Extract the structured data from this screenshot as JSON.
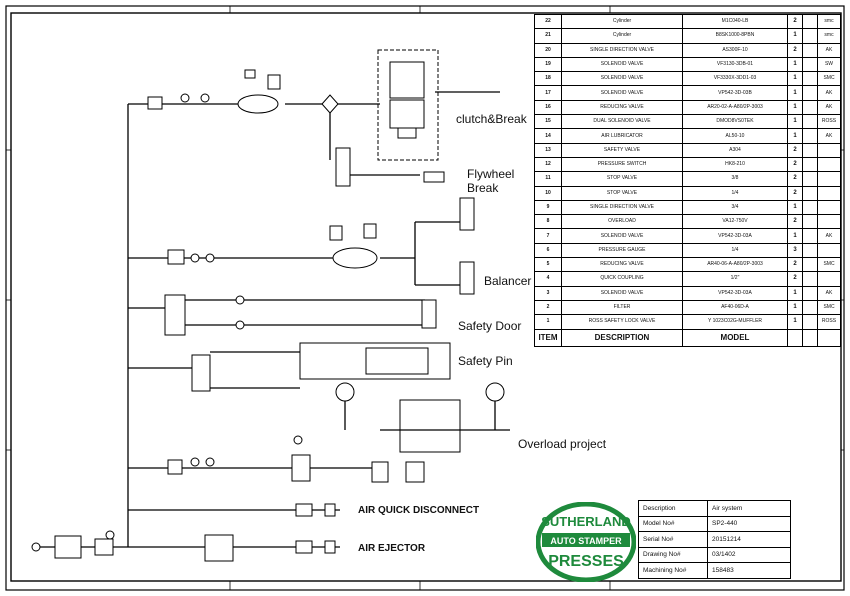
{
  "bom": {
    "rows": [
      {
        "item": "22",
        "description": "Cylinder",
        "model": "M1C040-LB",
        "qty": "2",
        "note": "smc"
      },
      {
        "item": "21",
        "description": "Cylinder",
        "model": "B8SK1000-8PBN",
        "qty": "1",
        "note": "smc"
      },
      {
        "item": "20",
        "description": "SINGLE DIRECTION VALVE",
        "model": "AS300F-10",
        "qty": "2",
        "note": "AK"
      },
      {
        "item": "19",
        "description": "SOLENOID VALVE",
        "model": "VF3130-3DB-01",
        "qty": "1",
        "note": "SW"
      },
      {
        "item": "18",
        "description": "SOLENOID VALVE",
        "model": "VF3330X-3DD1-03",
        "qty": "1",
        "note": "SMC"
      },
      {
        "item": "17",
        "description": "SOLENOID VALVE",
        "model": "VP542-3D-03B",
        "qty": "1",
        "note": "AK"
      },
      {
        "item": "16",
        "description": "REDUCING VALVE",
        "model": "AR20-02-A-A80/2P-3003",
        "qty": "1",
        "note": "AK"
      },
      {
        "item": "15",
        "description": "DUAL SOLENOID VALVE",
        "model": "DMOD8VS0TEK",
        "qty": "1",
        "note": "ROSS"
      },
      {
        "item": "14",
        "description": "AIR LUBRICATOR",
        "model": "AL50-10",
        "qty": "1",
        "note": "AK"
      },
      {
        "item": "13",
        "description": "SAFETY VALVE",
        "model": "A304",
        "qty": "2",
        "note": ""
      },
      {
        "item": "12",
        "description": "PRESSURE SWITCH",
        "model": "HK8-210",
        "qty": "2",
        "note": ""
      },
      {
        "item": "11",
        "description": "STOP VALVE",
        "model": "3/8",
        "qty": "2",
        "note": ""
      },
      {
        "item": "10",
        "description": "STOP VALVE",
        "model": "1/4",
        "qty": "2",
        "note": ""
      },
      {
        "item": "9",
        "description": "SINGLE DIRECTION VALVE",
        "model": "3/4",
        "qty": "1",
        "note": ""
      },
      {
        "item": "8",
        "description": "OVERLOAD",
        "model": "VA12-750V",
        "qty": "2",
        "note": ""
      },
      {
        "item": "7",
        "description": "SOLENOID VALVE",
        "model": "VP542-3D-03A",
        "qty": "1",
        "note": "AK"
      },
      {
        "item": "6",
        "description": "PRESSURE GAUGE",
        "model": "1/4",
        "qty": "3",
        "note": ""
      },
      {
        "item": "5",
        "description": "REDUCING VALVE",
        "model": "AR40-06-A-A80/2P-3003",
        "qty": "2",
        "note": "SMC"
      },
      {
        "item": "4",
        "description": "QUICK COUPLING",
        "model": "1/2\"",
        "qty": "2",
        "note": ""
      },
      {
        "item": "3",
        "description": "SOLENOID VALVE",
        "model": "VP542-3D-03A",
        "qty": "1",
        "note": "AK"
      },
      {
        "item": "2",
        "description": "FILTER",
        "model": "AF40-06D-A",
        "qty": "1",
        "note": "SMC"
      },
      {
        "item": "1",
        "description": "ROSS SAFETY LOCK VALVE",
        "model": "Y 1023C02G-MUFFLER",
        "qty": "1",
        "note": "ROSS"
      }
    ],
    "header": {
      "item": "ITEM",
      "description": "DESCRIPTION",
      "model": "MODEL"
    }
  },
  "title_block": {
    "rows": [
      {
        "label": "Description",
        "value": "Air system"
      },
      {
        "label": "Model No#",
        "value": "SP2-440"
      },
      {
        "label": "Serial No#",
        "value": "20151214"
      },
      {
        "label": "Drawing No#",
        "value": "03/1402"
      },
      {
        "label": "Machining No#",
        "value": "158483"
      }
    ]
  },
  "logo": {
    "top_text": "SUTHERLAND",
    "band_text": "AUTO STAMPER",
    "bottom_text": "PRESSES",
    "ring_color": "#1e8a3c",
    "band_color": "#1e8a3c",
    "text_color": "#ffffff"
  },
  "labels": {
    "clutch_brake": "clutch&Break",
    "flywheel": "Flywheel",
    "flywheel_brake": "Break",
    "balancer": "Balancer",
    "safety_door": "Safety Door",
    "safety_pin": "Safety Pin",
    "overload_project": "Overload project",
    "air_quick_disconnect": "AIR QUICK DISCONNECT",
    "air_ejector": "AIR EJECTOR"
  }
}
